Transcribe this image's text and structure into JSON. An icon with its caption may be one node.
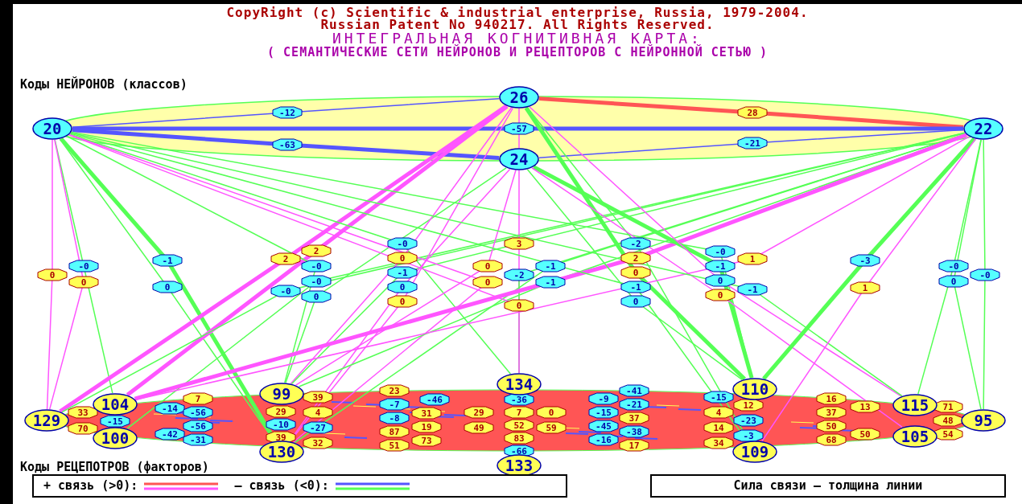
{
  "diagram": {
    "title": "ИНТЕГРАЛЬНАЯ КОГНИТИВНАЯ КАРТА:",
    "caption": "( СЕМАНТИЧЕСКИЕ СЕТИ НЕЙРОНОВ И РЕЦЕПТОРОВ С НЕЙРОННОЙ СЕТЬЮ )",
    "nodes": [
      {
        "text": [
          "26"
        ]
      },
      {
        "text": [
          "20"
        ]
      },
      {
        "text": [
          "22"
        ]
      },
      {
        "text": [
          "24"
        ]
      },
      {
        "text": [
          "129"
        ]
      },
      {
        "text": [
          "104"
        ]
      },
      {
        "text": [
          "100"
        ]
      },
      {
        "text": [
          "99"
        ]
      },
      {
        "text": [
          "130"
        ]
      },
      {
        "text": [
          "134"
        ]
      },
      {
        "text": [
          "133"
        ]
      },
      {
        "text": [
          "110"
        ]
      },
      {
        "text": [
          "109"
        ]
      },
      {
        "text": [
          "115"
        ]
      },
      {
        "text": [
          "105"
        ]
      },
      {
        "text": [
          "95"
        ]
      }
    ],
    "edges": [
      {
        "from": 1,
        "to": 0,
        "arrow": "none",
        "label": "-12",
        "color": "#5555ff"
      },
      {
        "from": 0,
        "to": 2,
        "arrow": "none",
        "label": "28",
        "style": "thick",
        "color": "#ff5555"
      },
      {
        "from": 1,
        "to": 2,
        "arrow": "none",
        "label": "-57",
        "style": "thick",
        "color": "#5555ff"
      },
      {
        "from": 1,
        "to": 3,
        "arrow": "none",
        "label": "-63",
        "style": "thick",
        "color": "#5555ff"
      },
      {
        "from": 3,
        "to": 2,
        "arrow": "none",
        "label": "-21",
        "color": "#5555ff"
      },
      {
        "from": 0,
        "to": 3,
        "arrow": "none",
        "color": "#ff55ff"
      },
      {
        "from": 1,
        "to": 4,
        "arrow": "none",
        "label": "0",
        "color": "#ff55ff"
      },
      {
        "from": 1,
        "to": 5,
        "arrow": "none",
        "label": "-0",
        "color": "#55ff55"
      },
      {
        "from": 1,
        "to": 4,
        "arrow": "none",
        "label": "0",
        "color": "#ff55ff"
      },
      {
        "from": 1,
        "to": 8,
        "arrow": "none",
        "label": "-1",
        "style": "thick",
        "color": "#55ff55"
      },
      {
        "from": 1,
        "to": 8,
        "arrow": "none",
        "label": "0",
        "color": "#55ff55"
      },
      {
        "from": 0,
        "to": 4,
        "arrow": "none",
        "label": "2",
        "style": "thick",
        "color": "#ff55ff"
      },
      {
        "from": 0,
        "to": 5,
        "arrow": "none",
        "label": "2",
        "style": "thick",
        "color": "#ff55ff"
      },
      {
        "from": 1,
        "to": 7,
        "arrow": "none",
        "label": "-0",
        "color": "#55ff55"
      },
      {
        "from": 2,
        "to": 4,
        "arrow": "none",
        "label": "-0",
        "color": "#55ff55"
      },
      {
        "from": 2,
        "to": 6,
        "arrow": "none",
        "label": "-0",
        "color": "#55ff55"
      },
      {
        "from": 3,
        "to": 7,
        "arrow": "none",
        "label": "0",
        "color": "#55ff55"
      },
      {
        "from": 1,
        "to": 9,
        "arrow": "none",
        "label": "-0",
        "color": "#55ff55"
      },
      {
        "from": 0,
        "to": 7,
        "arrow": "none",
        "label": "0",
        "color": "#ff55ff"
      },
      {
        "from": 2,
        "to": 7,
        "arrow": "none",
        "label": "-1",
        "color": "#55ff55"
      },
      {
        "from": 3,
        "to": 8,
        "arrow": "none",
        "label": "0",
        "color": "#ff55ff"
      },
      {
        "from": 0,
        "to": 8,
        "arrow": "none",
        "label": "0",
        "color": "#ff55ff"
      },
      {
        "from": 3,
        "to": 7,
        "arrow": "none",
        "label": "0",
        "color": "#ff55ff"
      },
      {
        "from": 1,
        "to": 8,
        "arrow": "none",
        "label": "0",
        "color": "#ff55ff"
      },
      {
        "from": 3,
        "to": 9,
        "arrow": "none",
        "label": "3",
        "color": "#ff55ff"
      },
      {
        "from": 2,
        "to": 9,
        "arrow": "none",
        "label": "-2",
        "color": "#55ff55"
      },
      {
        "from": 2,
        "to": 8,
        "arrow": "none",
        "label": "-1",
        "color": "#55ff55"
      },
      {
        "from": 2,
        "to": 7,
        "arrow": "none",
        "label": "-1",
        "color": "#55ff55"
      },
      {
        "from": 1,
        "to": 9,
        "arrow": "none",
        "label": "0",
        "color": "#ff55ff"
      },
      {
        "from": 0,
        "to": 12,
        "arrow": "none",
        "label": "-2",
        "color": "#55ff55"
      },
      {
        "from": 2,
        "to": 5,
        "arrow": "none",
        "label": "2",
        "style": "thick",
        "color": "#ff55ff"
      },
      {
        "from": 0,
        "to": 11,
        "arrow": "none",
        "label": "0",
        "style": "thick",
        "color": "#55ff55"
      },
      {
        "from": 1,
        "to": 12,
        "arrow": "none",
        "label": "-1",
        "color": "#55ff55"
      },
      {
        "from": 3,
        "to": 11,
        "arrow": "none",
        "label": "0",
        "color": "#55ff55"
      },
      {
        "from": 1,
        "to": 11,
        "arrow": "none",
        "label": "-0",
        "color": "#55ff55"
      },
      {
        "from": 3,
        "to": 11,
        "arrow": "none",
        "label": "-1",
        "style": "thick",
        "color": "#55ff55"
      },
      {
        "from": 0,
        "to": 13,
        "arrow": "none",
        "label": "0",
        "color": "#ff55ff"
      },
      {
        "from": 3,
        "to": 14,
        "arrow": "none",
        "label": "0",
        "color": "#ff55ff"
      },
      {
        "from": 2,
        "to": 5,
        "arrow": "none",
        "label": "1",
        "color": "#ff55ff"
      },
      {
        "from": 1,
        "to": 13,
        "arrow": "none",
        "label": "-1",
        "color": "#55ff55"
      },
      {
        "from": 2,
        "to": 11,
        "arrow": "none",
        "label": "-3",
        "style": "thick",
        "color": "#55ff55"
      },
      {
        "from": 2,
        "to": 12,
        "arrow": "none",
        "label": "1",
        "color": "#ff55ff"
      },
      {
        "from": 2,
        "to": 13,
        "arrow": "none",
        "label": "-0",
        "color": "#55ff55"
      },
      {
        "from": 2,
        "to": 15,
        "arrow": "none",
        "label": "0",
        "color": "#55ff55"
      },
      {
        "from": 2,
        "to": 15,
        "arrow": "none",
        "label": "-0",
        "color": "#55ff55"
      }
    ],
    "labels": [
      "CopyRight (c) Scientific & industrial enterprise, Russia, 1979-2004.",
      "Russian Patent No 940217. All Rights Reserved.",
      "Коды НЕЙРОНОВ (классов)",
      "33",
      "70",
      "-15",
      "-14",
      "-42",
      "7",
      "-56",
      "-56",
      "-31",
      "29",
      "-10",
      "39",
      "39",
      "4",
      "-27",
      "32",
      "23",
      "-7",
      "-8",
      "87",
      "51",
      "-46",
      "31",
      "19",
      "73",
      "29",
      "49",
      "-36",
      "7",
      "52",
      "83",
      "-66",
      "0",
      "59",
      "-9",
      "-15",
      "-45",
      "-16",
      "-41",
      "-21",
      "37",
      "-38",
      "17",
      "-15",
      "12",
      "4",
      "-23",
      "14",
      "-3",
      "34",
      "16",
      "37",
      "50",
      "68",
      "13",
      "50",
      "71",
      "48",
      "54",
      "Коды РЕЦЕПОТРОВ (факторов)",
      "Сила связи – толщина линии"
    ],
    "legend": [
      {
        "text": "+ связь (>0):"
      },
      {
        "text": "– связь (<0):"
      }
    ]
  }
}
